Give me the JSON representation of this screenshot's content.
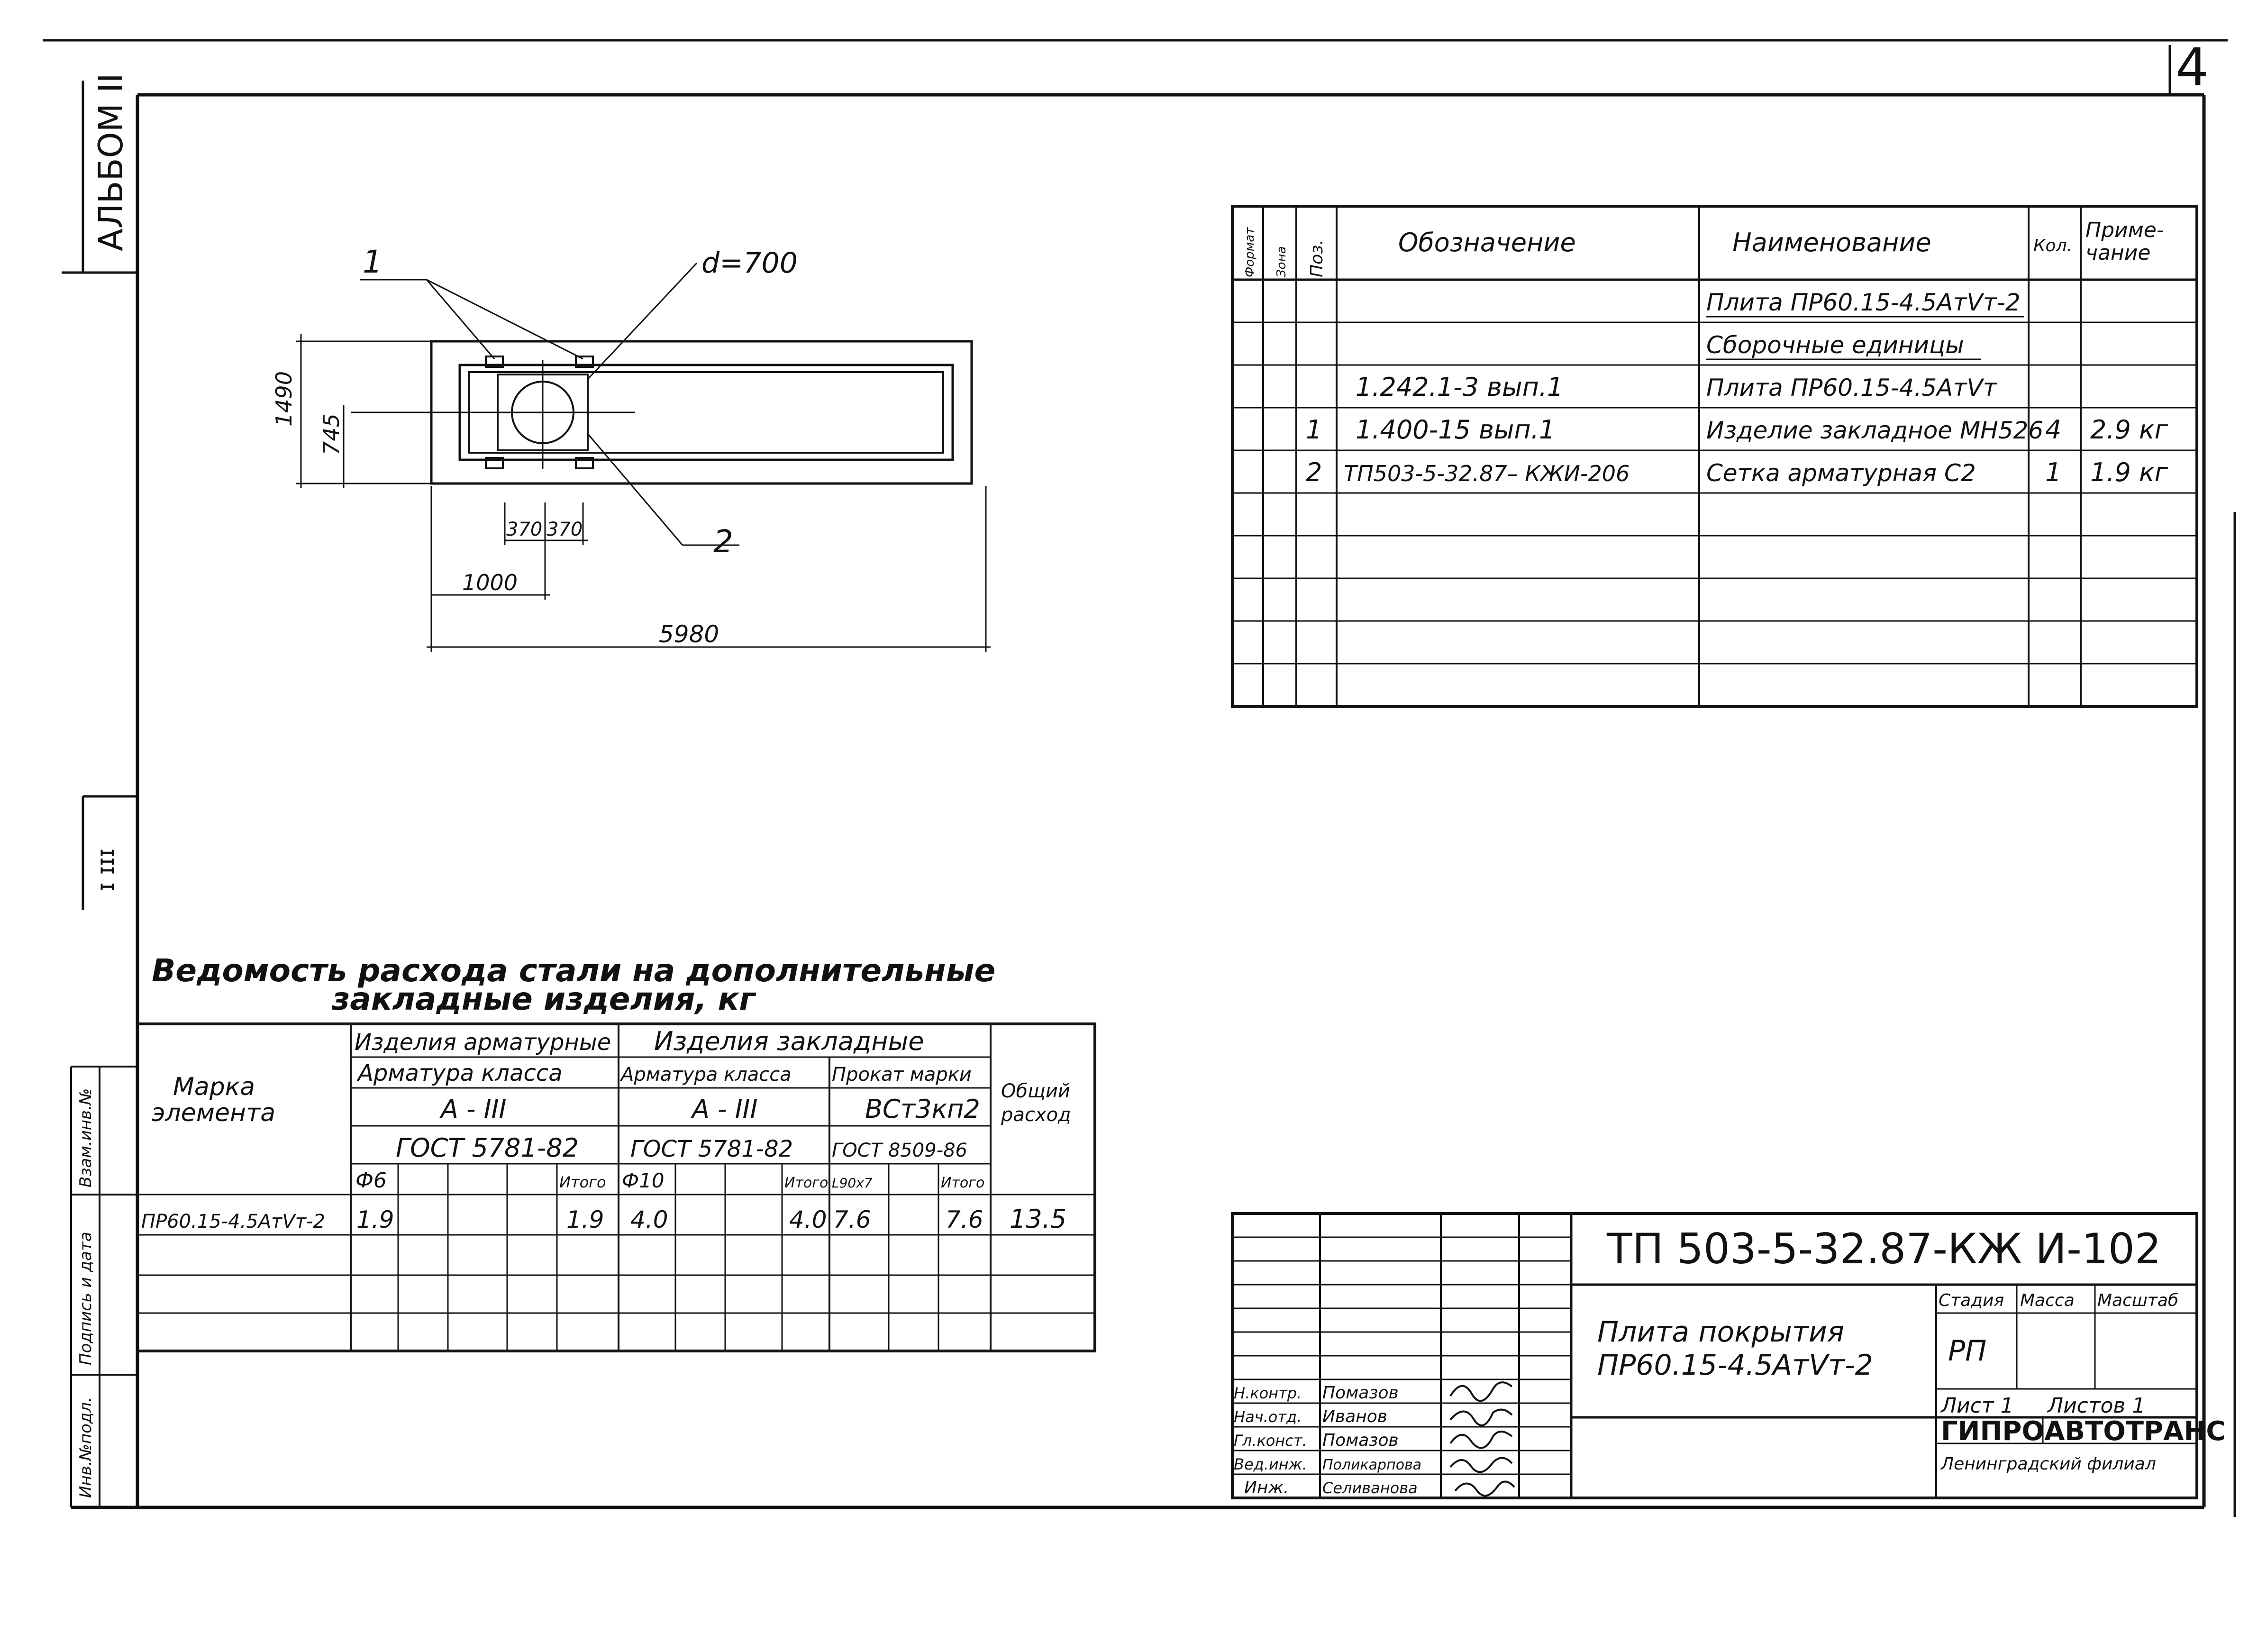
{
  "sheet": {
    "number": "4",
    "album": "АЛЬБОМ II",
    "margin_mark": "ɪ ɪɪɪ"
  },
  "drawing": {
    "label_1": "1",
    "label_2": "2",
    "dim_d": "d=700",
    "dim_width": "1490",
    "dim_half": "745",
    "dim_370a": "370",
    "dim_370b": "370",
    "dim_1000": "1000",
    "dim_length": "5980"
  },
  "spec": {
    "col_format": "Формат",
    "col_zone": "Зона",
    "col_pos": "Поз.",
    "col_designation": "Обозначение",
    "col_name": "Наименование",
    "col_qty": "Кол.",
    "col_note_1": "Приме-",
    "col_note_2": "чание",
    "rows": [
      {
        "pos": "",
        "designation": "",
        "name": "Плита ПР60.15-4.5АтVт-2",
        "qty": "",
        "note": ""
      },
      {
        "pos": "",
        "designation": "",
        "name": "Сборочные единицы",
        "qty": "",
        "note": ""
      },
      {
        "pos": "",
        "designation": "1.242.1-3  вып.1",
        "name": "Плита ПР60.15-4.5АтVт",
        "qty": "",
        "note": ""
      },
      {
        "pos": "1",
        "designation": "1.400-15  вып.1",
        "name": "Изделие закладное МН526",
        "qty": "4",
        "note": "2.9 кг"
      },
      {
        "pos": "2",
        "designation": "ТП503-5-32.87– КЖИ-206",
        "name": "Сетка арматурная С2",
        "qty": "1",
        "note": "1.9 кг"
      }
    ]
  },
  "steel": {
    "title_line1": "Ведомость расхода стали на дополнительные",
    "title_line2": "закладные изделия, кг",
    "h_mark_1": "Марка",
    "h_mark_2": "элемента",
    "h_rebar_items": "Изделия арматурные",
    "h_embed_items": "Изделия закладные",
    "h_class_1": "Арматура класса",
    "h_class_2": "Арматура класса",
    "h_rolled": "Прокат марки",
    "h_a3_1": "А - III",
    "h_a3_2": "А - III",
    "h_vst": "ВСт3кп2",
    "h_gost_1": "ГОСТ 5781-82",
    "h_gost_2": "ГОСТ 5781-82",
    "h_gost_3": "ГОСТ 8509-86",
    "h_total_1": "Общий",
    "h_total_2": "расход",
    "h_d6": "Ф6",
    "h_itogo_1": "Итого",
    "h_d10": "Ф10",
    "h_itogo_2": "Итого",
    "h_l": "L90x7",
    "h_itogo_3": "Итого",
    "row_mark": "ПР60.15-4.5АтVт-2",
    "row_d6": "1.9",
    "row_itogo_1": "1.9",
    "row_d10": "4.0",
    "row_itogo_2": "4.0",
    "row_l": "7.6",
    "row_itogo_3": "7.6",
    "row_total": "13.5"
  },
  "title_block": {
    "code": "ТП 503-5-32.87-КЖ И-102",
    "title_1": "Плита покрытия",
    "title_2": "ПР60.15-4.5АтVт-2",
    "stage_h": "Стадия",
    "mass_h": "Масса",
    "scale_h": "Масштаб",
    "stage": "РП",
    "sheet_label": "Лист 1",
    "sheets_label": "Листов 1",
    "org": "ГИПРОАВТОТРАНС",
    "org_branch": "Ленинградский филиал",
    "roles": [
      {
        "role": "Н.контр.",
        "name": "Помазов"
      },
      {
        "role": "Нач.отд.",
        "name": "Иванов"
      },
      {
        "role": "Гл.конст.",
        "name": "Помазов"
      },
      {
        "role": "Вед.инж.",
        "name": "Поликарпова"
      },
      {
        "role": "Инж.",
        "name": "Селиванова"
      }
    ]
  },
  "side_stamp": {
    "inv": "Инв.№подл.",
    "sign": "Подпись и дата",
    "vzam": "Взам.инв.№"
  }
}
